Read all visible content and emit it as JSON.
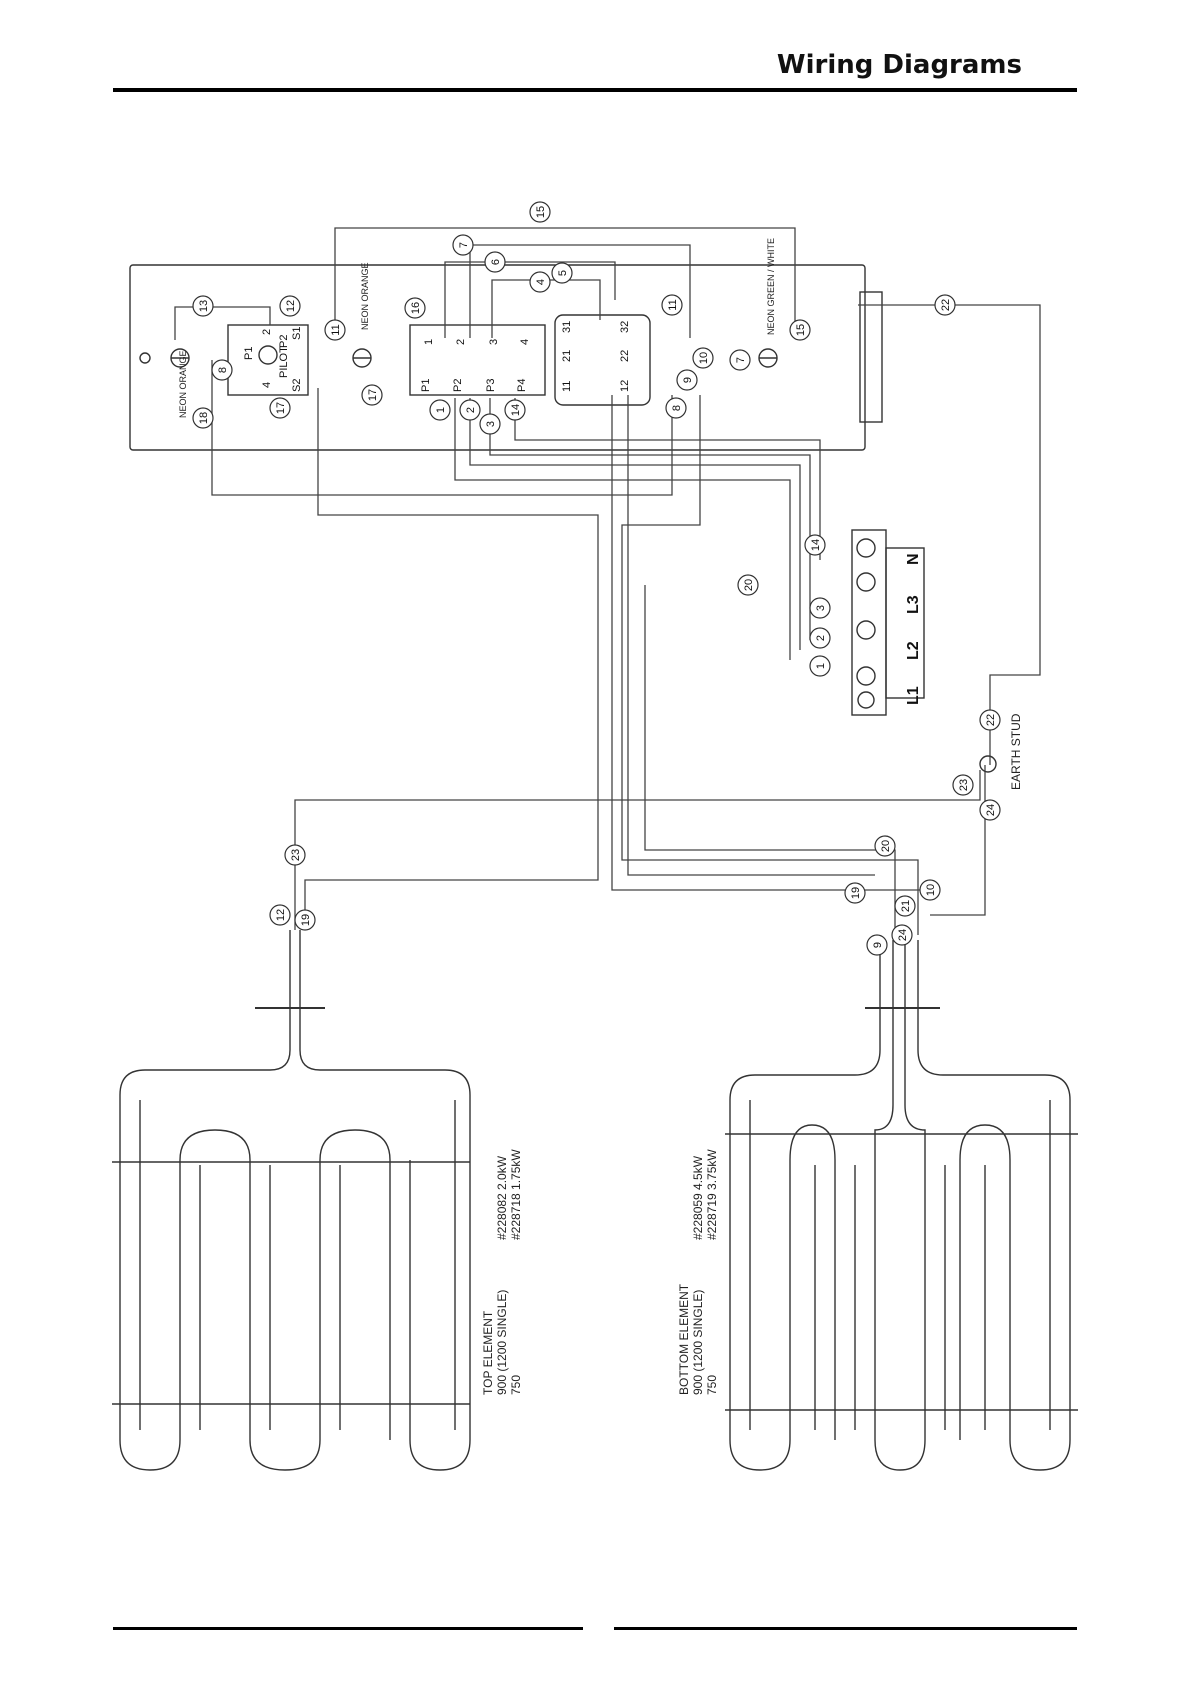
{
  "header": {
    "title": "Wiring Diagrams"
  },
  "switch": {
    "poles": [
      "P1",
      "P2",
      "P3",
      "P4"
    ],
    "contacts": [
      "1",
      "2",
      "3",
      "4"
    ],
    "aux": [
      "11",
      "21",
      "31",
      "12",
      "22",
      "32"
    ]
  },
  "thermostat": {
    "labels": [
      "P1",
      "P2",
      "S2",
      "S1",
      "PILOT",
      "2",
      "4"
    ]
  },
  "neons": {
    "left": "NEON ORANGE",
    "middle": "NEON ORANGE",
    "right": "NEON GREEN / WHITE"
  },
  "terminal": {
    "labels": [
      "L1",
      "L2",
      "L3",
      "N"
    ]
  },
  "earth": {
    "label": "EARTH STUD"
  },
  "top_element": {
    "title": "TOP ELEMENT",
    "sizes": [
      "900 (1200 SINGLE)",
      "750"
    ],
    "parts": [
      "#228082 2.0kW",
      "#228718 1.75kW"
    ]
  },
  "bottom_element": {
    "title": "BOTTOM ELEMENT",
    "sizes": [
      "900 (1200 SINGLE)",
      "750"
    ],
    "parts": [
      "#228059 4.5kW",
      "#228719 3.75kW"
    ]
  },
  "wire_numbers": [
    "1",
    "2",
    "3",
    "4",
    "5",
    "6",
    "7",
    "8",
    "9",
    "10",
    "11",
    "12",
    "13",
    "14",
    "15",
    "16",
    "17",
    "18",
    "19",
    "20",
    "21",
    "22",
    "23",
    "24"
  ]
}
